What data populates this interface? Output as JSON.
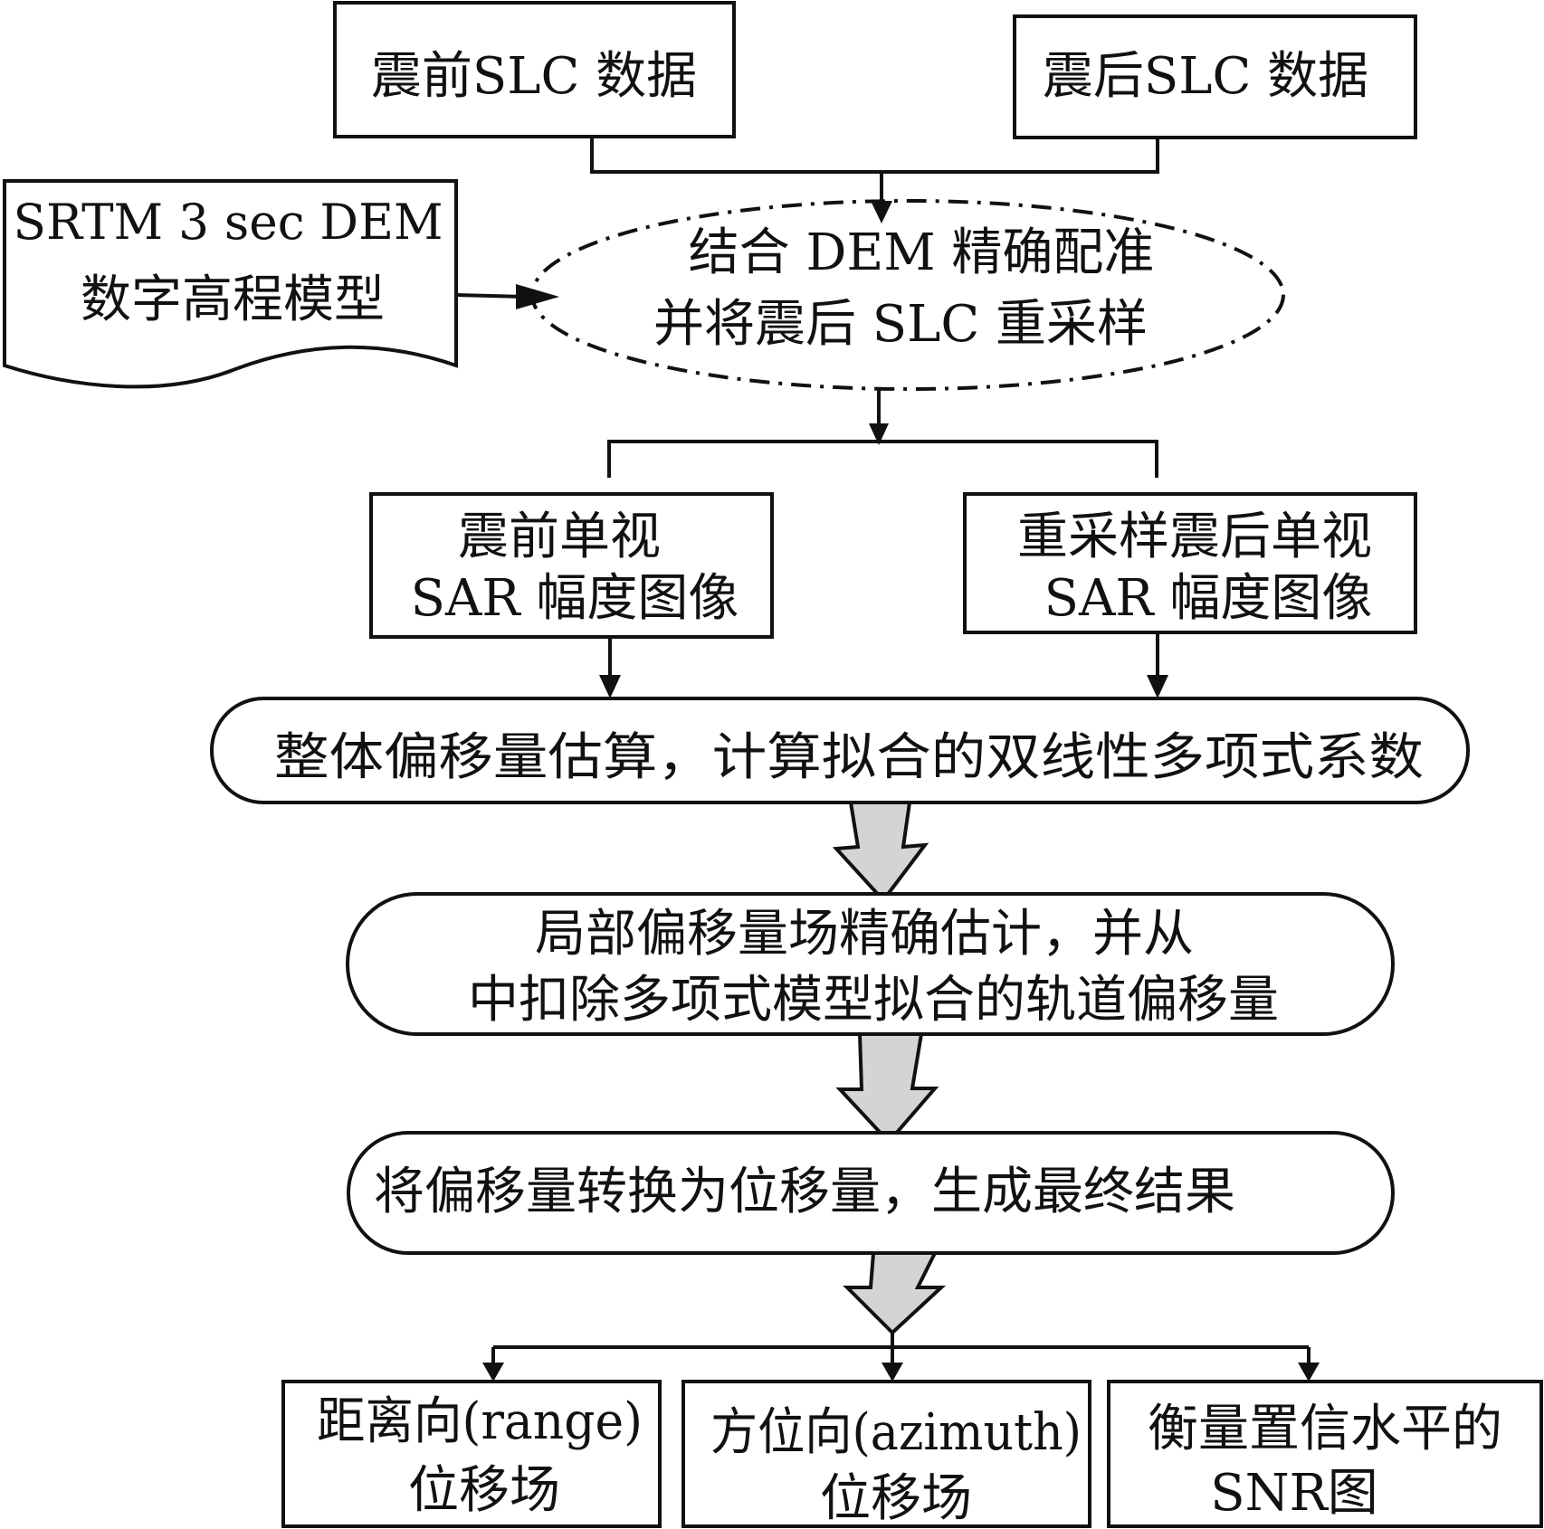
{
  "nodes": {
    "pre_slc": {
      "label": "震前SLC 数据"
    },
    "post_slc": {
      "label": "震后SLC 数据"
    },
    "dem": {
      "line1": "SRTM 3 sec DEM",
      "line2": "数字高程模型"
    },
    "coreg": {
      "line1": "结合 DEM 精确配准",
      "line2": "并将震后 SLC 重采样"
    },
    "pre_sar": {
      "line1": "震前单视",
      "line2": "SAR 幅度图像"
    },
    "post_sar": {
      "line1": "重采样震后单视",
      "line2": "SAR 幅度图像"
    },
    "global_offset": {
      "label": "整体偏移量估算，计算拟合的双线性多项式系数"
    },
    "local_offset": {
      "line1": "局部偏移量场精确估计，并从",
      "line2": "中扣除多项式模型拟合的轨道偏移量"
    },
    "convert": {
      "label": "将偏移量转换为位移量，生成最终结果"
    },
    "range": {
      "line1": "距离向(range)",
      "line2": "位移场"
    },
    "azimuth": {
      "line1": "方位向(azimuth)",
      "line2": "位移场"
    },
    "snr": {
      "line1": "衡量置信水平的",
      "line2": "SNR图"
    }
  },
  "colors": {
    "stroke": "#111111",
    "fill": "#ffffff",
    "arrow_fill": "#d4d4d4"
  }
}
